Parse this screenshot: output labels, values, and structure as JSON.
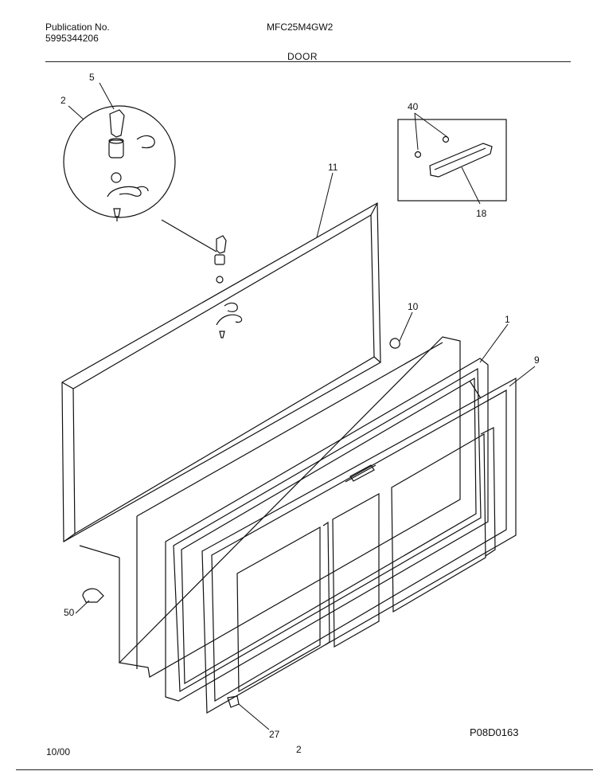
{
  "header": {
    "publication_label": "Publication No.",
    "publication_number": "5995344206",
    "model": "MFC25M4GW2",
    "section": "DOOR"
  },
  "callouts": {
    "c1": "1",
    "c2": "2",
    "c5": "5",
    "c9": "9",
    "c10": "10",
    "c11": "11",
    "c18": "18",
    "c27": "27",
    "c40": "40",
    "c50": "50"
  },
  "footer": {
    "date": "10/00",
    "page": "2",
    "drawing_code": "P08D0163"
  }
}
